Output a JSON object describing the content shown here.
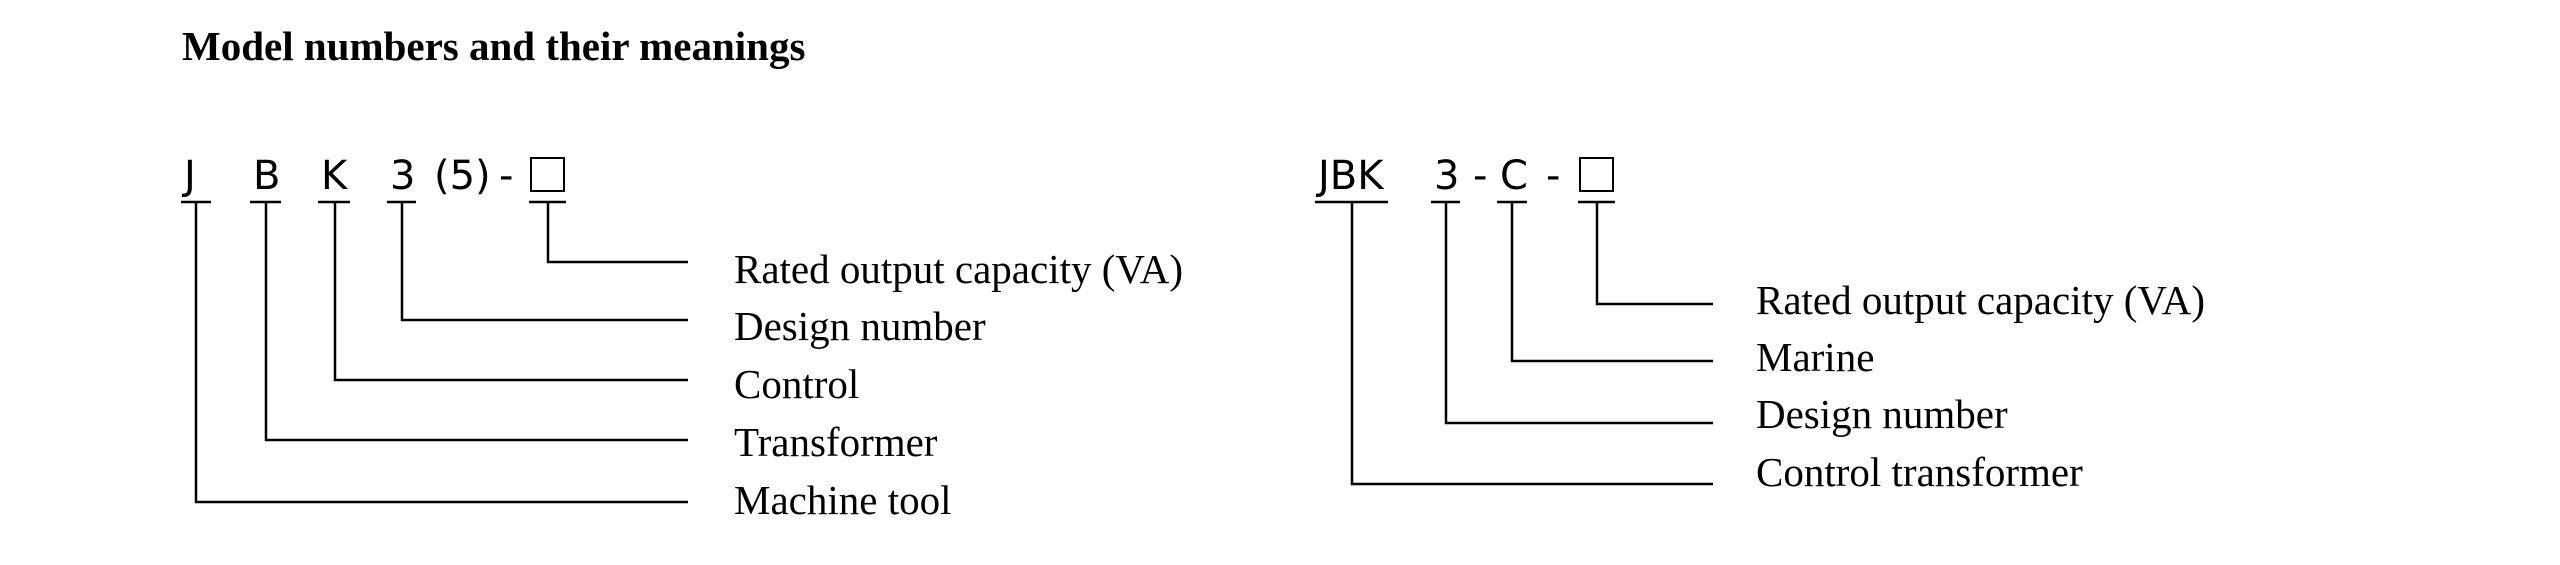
{
  "title": "Model numbers and their meanings",
  "left_model": {
    "segments": [
      "J",
      "B",
      "K",
      "3",
      "(5)",
      "-"
    ],
    "labels": [
      "Rated output capacity (VA)",
      "Design number",
      "Control",
      "Transformer",
      "Machine tool"
    ]
  },
  "right_model": {
    "segments": [
      "JBK",
      "3",
      "-",
      "C",
      "-"
    ],
    "labels": [
      "Rated output capacity (VA)",
      "Marine",
      "Design number",
      "Control transformer"
    ]
  }
}
